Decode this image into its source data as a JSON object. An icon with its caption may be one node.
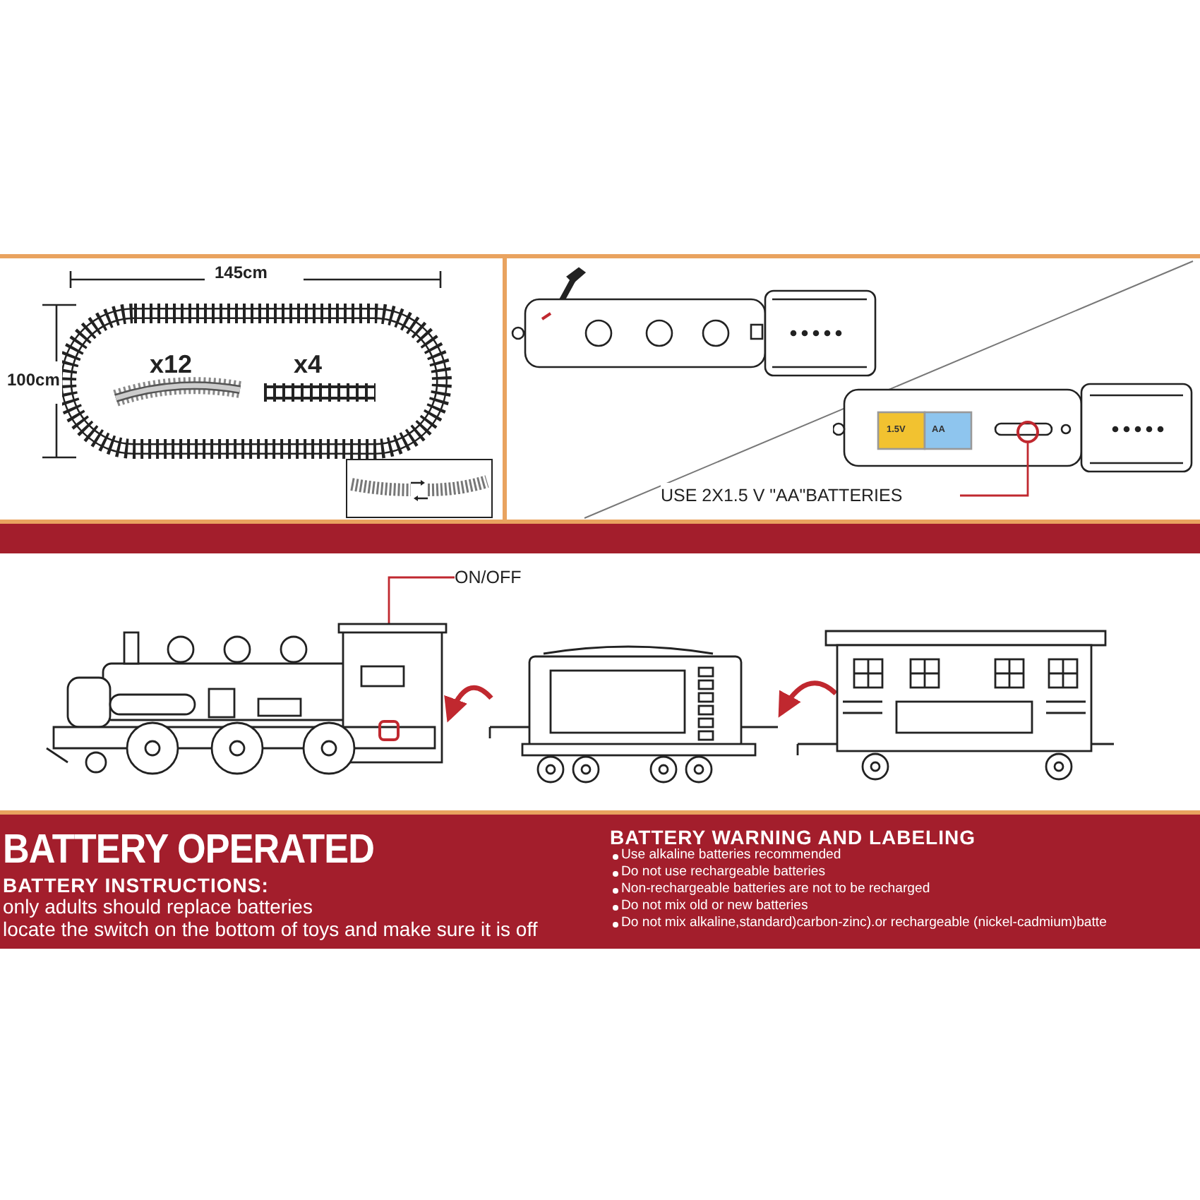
{
  "diagram": {
    "nodes": [
      {
        "text": [
          "USE 2X1.5 V \"AA\"BATTERIES"
        ]
      },
      {
        "text": [],
        "shape": "circle"
      },
      {
        "text": [],
        "shape": "picture"
      },
      {
        "text": [],
        "shape": "box",
        "in": 2
      },
      {
        "text": [
          "ON/OFF"
        ]
      },
      {
        "text": [],
        "shape": "picture"
      },
      {
        "text": [],
        "shape": "picture"
      },
      {
        "text": [],
        "shape": "bar"
      }
    ],
    "edges": [
      {
        "from": 0,
        "to": 1,
        "arrow": "none"
      },
      {
        "from": 4,
        "to": 3,
        "arrow": "none"
      },
      {
        "from": 5,
        "to": 2,
        "arrow": "to",
        "style": "thick"
      },
      {
        "from": 6,
        "to": 5,
        "arrow": "to",
        "style": "thick"
      }
    ],
    "labels": [
      "145cm",
      "100cm",
      "x12",
      "x4",
      "1.5V",
      "AA",
      "BATTERY OPERATED",
      "BATTERY INSTRUCTIONS:",
      "only adults should replace batteries",
      "locate the switch on the bottom of toys and make sure it is off",
      "BATTERY WARNING AND LABELING",
      "Use alkaline batteries recommended",
      "Do not use rechargeable batteries",
      "Non-rechargeable batteries are not to be recharged",
      "Do not mix old or new batteries",
      "Do not mix alkaline,standard)carbon-zinc).or rechargeable (nickel-cadmium)batte"
    ]
  }
}
